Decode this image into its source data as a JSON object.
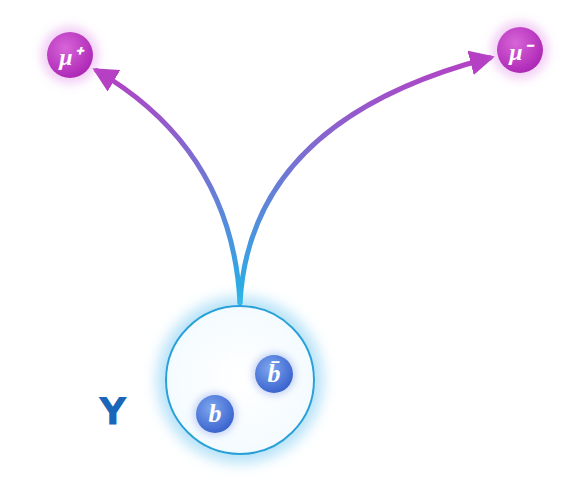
{
  "diagram": {
    "nodes": [
      {
        "text": [
          "μ⁺"
        ]
      },
      {
        "text": [
          "μ⁻"
        ]
      },
      {
        "text": [
          "Υ"
        ]
      },
      {
        "text": [
          "b"
        ],
        "in": 2
      },
      {
        "text": [
          "b̄"
        ],
        "in": 2
      }
    ],
    "edges": [
      {
        "from": 2,
        "to": 0,
        "arrow": "to"
      },
      {
        "from": 2,
        "to": 1,
        "arrow": "to"
      }
    ]
  }
}
